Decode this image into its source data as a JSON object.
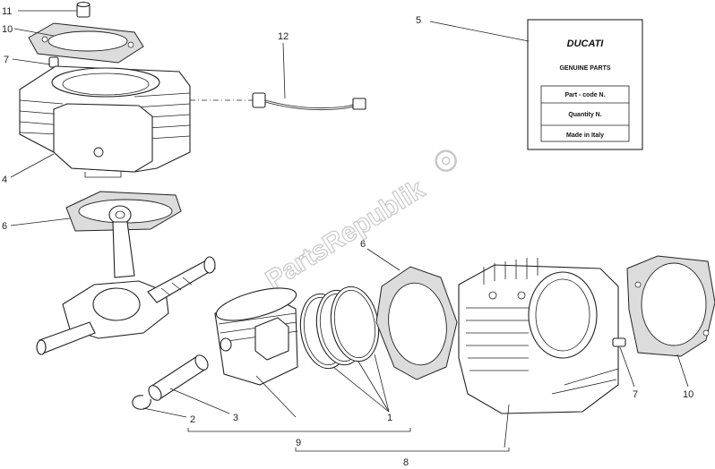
{
  "callouts": {
    "c1": "1",
    "c2": "2",
    "c3": "3",
    "c4": "4",
    "c5": "5",
    "c6a": "6",
    "c6b": "6",
    "c7a": "7",
    "c7b": "7",
    "c8": "8",
    "c9": "9",
    "c10a": "10",
    "c10b": "10",
    "c11": "11",
    "c12": "12"
  },
  "card": {
    "brand": "DUCATI",
    "subtitle": "GENUINE PARTS",
    "row1": "Part - code N.",
    "row2": "Quantity N.",
    "row3": "Made in Italy"
  },
  "watermark": "PartsRepublik",
  "colors": {
    "line": "#222222",
    "gasket": "#dcdcdc",
    "watermark": "#c8c8c8"
  }
}
